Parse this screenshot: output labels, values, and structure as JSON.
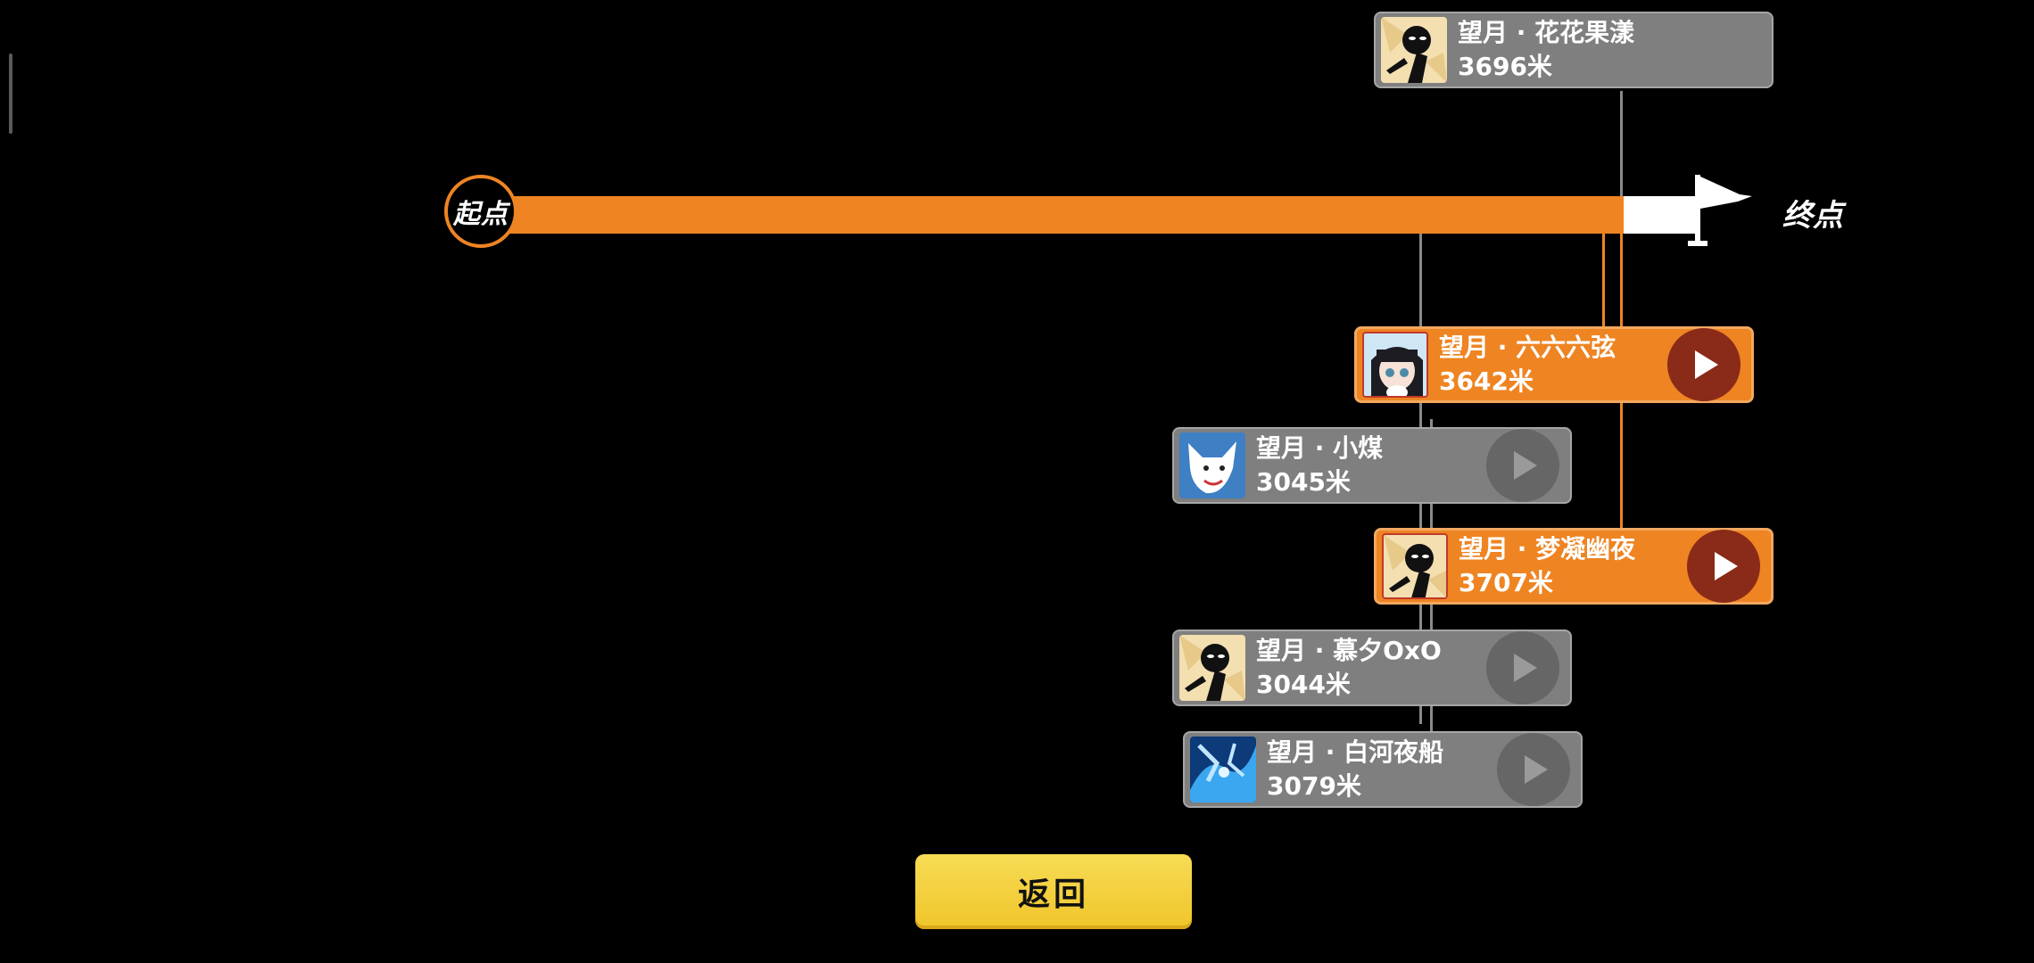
{
  "track": {
    "start_label": "起点",
    "end_label": "终点",
    "progress": 0.94
  },
  "players": [
    {
      "name": "望月 · 花花果漾",
      "distance": "3696米",
      "style": "gray",
      "avatar": "stickman-avatar",
      "has_play": false
    },
    {
      "name": "望月 · 六六六弦",
      "distance": "3642米",
      "style": "orange",
      "avatar": "girl-avatar",
      "has_play": true
    },
    {
      "name": "望月 · 小煤",
      "distance": "3045米",
      "style": "gray",
      "avatar": "white-wolf-avatar",
      "has_play": true
    },
    {
      "name": "望月 · 梦凝幽夜",
      "distance": "3707米",
      "style": "orange",
      "avatar": "stickman-avatar",
      "has_play": true
    },
    {
      "name": "望月 · 慕夕OxO",
      "distance": "3044米",
      "style": "gray",
      "avatar": "stickman-avatar",
      "has_play": true
    },
    {
      "name": "望月 · 白河夜船",
      "distance": "3079米",
      "style": "gray",
      "avatar": "blue-dragon-avatar",
      "has_play": true
    }
  ],
  "back_button": {
    "label": "返回"
  },
  "colors": {
    "accent": "#ee8422",
    "card_gray": "#7f7f7f",
    "back_yellow": "#f0c52a"
  }
}
